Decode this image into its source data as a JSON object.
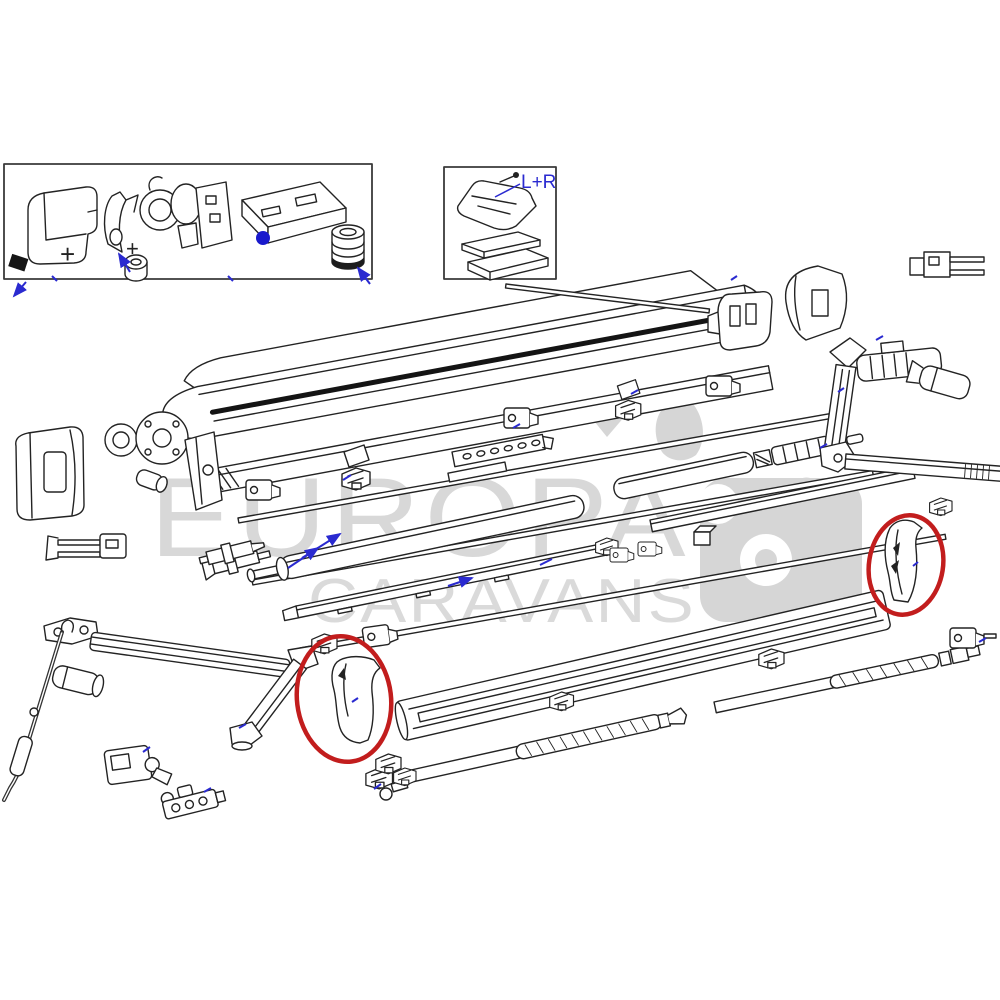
{
  "title": "Awning exploded parts diagram",
  "colors": {
    "background": "#ffffff",
    "line": "#232323",
    "accent_blue": "#2a2ad0",
    "highlight_red": "#c21d1d",
    "watermark_gray": "#d8d8d8",
    "inset_border": "#3a3a3a"
  },
  "watermark": {
    "line1": "EUROPA",
    "line2": "CARAVANS",
    "logo": "caravan-logo"
  },
  "inset_box_1": {
    "plus_left": "+",
    "plus_right": "+",
    "parts": [
      "end-cover-cap",
      "fastener-clip",
      "clamp-bracket",
      "motor-assembly",
      "control-box",
      "gear-adapter"
    ]
  },
  "inset_box_2": {
    "label": "L+R",
    "parts": [
      "mounting-bracket",
      "spacer-thin",
      "spacer-thick"
    ]
  },
  "highlights": {
    "circled_parts": [
      "lead-rail-end-cap-left",
      "lead-rail-end-cap-right"
    ],
    "circle_color": "#c21d1d",
    "arrow_color": "#2a2ad0"
  },
  "main_parts": [
    "awning-case",
    "fabric-sheet",
    "roller-tube-left",
    "roller-tube-right",
    "front-rail",
    "lead-rail",
    "rafter-arm-1",
    "rafter-arm-2",
    "left-drive-assembly",
    "left-support-arm",
    "crank-rod",
    "right-spring-arm",
    "cover-cap-left",
    "cover-cap-right",
    "mounting-clamps",
    "end-caps"
  ]
}
